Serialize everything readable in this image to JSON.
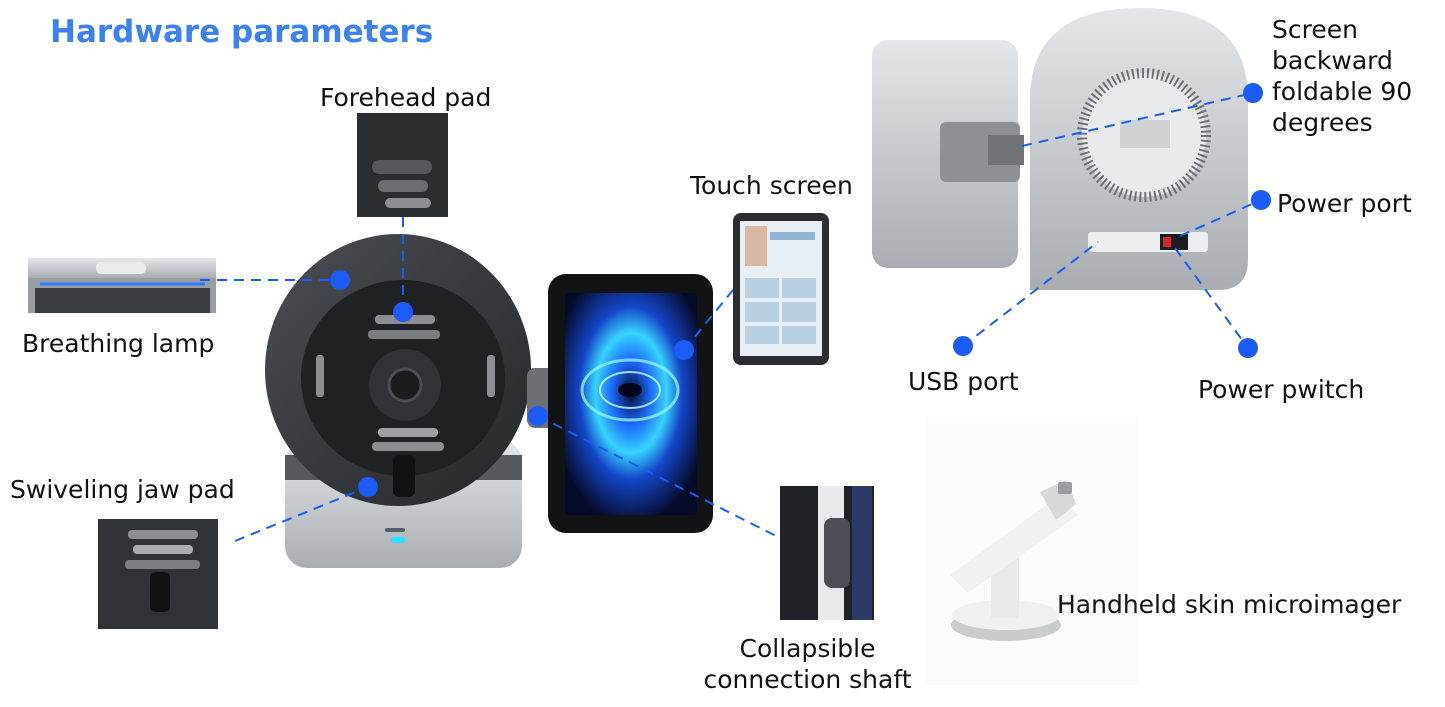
{
  "title": "Hardware parameters",
  "labels": {
    "forehead_pad": "Forehead pad",
    "touch_screen": "Touch screen",
    "breathing_lamp": "Breathing lamp",
    "swiveling_jaw_pad": "Swiveling jaw pad",
    "collapsible_shaft_line1": "Collapsible",
    "collapsible_shaft_line2": "connection shaft",
    "screen_fold_line1": "Screen",
    "screen_fold_line2": "backward",
    "screen_fold_line3": "foldable 90",
    "screen_fold_line4": "degrees",
    "power_port": "Power port",
    "usb_port": "USB port",
    "power_switch": "Power pwitch",
    "handheld_microimager": "Handheld skin microimager"
  },
  "colors": {
    "title": "#3b82f0",
    "callout": "#1a5cf5",
    "device_dark": "#2f3236",
    "device_silver": "#c9ccd0",
    "screen_glow": "#22b7ff"
  }
}
